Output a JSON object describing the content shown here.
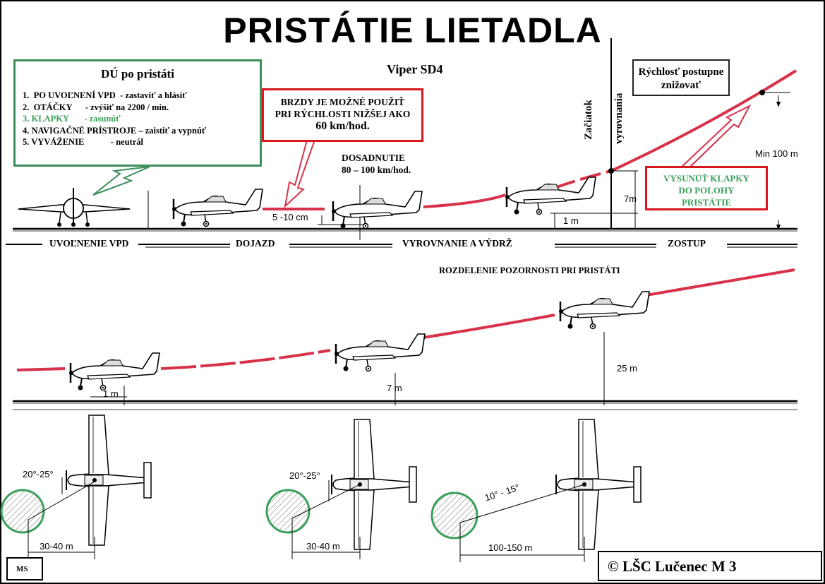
{
  "title": "PRISTÁTIE LIETADLA",
  "subtitle": "Viper SD4",
  "after_landing": {
    "heading": "DÚ po pristáti",
    "items": [
      {
        "text": "1.  PO UVOĽNENÍ VPD  - zastaviť a hlásiť"
      },
      {
        "text": "2.  OTÁČKY      - zvýšiť na 2200 / min."
      },
      {
        "text": "3. KLAPKY       - zasunúť",
        "color": "#3a9f5a"
      },
      {
        "text": "4. NAVIGAČNÉ PRÍSTROJE – zaistiť a vypnúť"
      },
      {
        "text": "5. VYVÁŽENIE            - neutrál"
      }
    ]
  },
  "brakes_note": {
    "line1": "BRZDY JE MOŽNÉ POUŽIŤ",
    "line2": "PRI RÝCHLOSTI NIŽŠEJ AKO",
    "line3": "60 km/hod."
  },
  "touchdown": {
    "label": "DOSADNUTIE",
    "speed": "80 – 100 km/hod."
  },
  "flare_start": {
    "line1": "Začiatok",
    "line2": "vyrovnania"
  },
  "speed_note": {
    "line1": "Rýchlosť postupne",
    "line2": "znižovať"
  },
  "flaps_note": {
    "line1": "VYSUNÚŤ KLAPKY",
    "line2": "DO POLOHY",
    "line3": "PRISTÁTIE"
  },
  "dimensions": {
    "min_height": "Min 100 m",
    "flare_height": "7m",
    "hold_height": "1 m",
    "wheel_gap": "5 -10 cm",
    "upper_seven": "7 m",
    "upper_twentyfive": "25 m",
    "upper_one": "1 m"
  },
  "phases": {
    "clear_runway": "UVOĽNENIE VPD",
    "rollout": "DOJAZD",
    "flare_hold": "VYROVNANIE A VÝDRŽ",
    "descent": "ZOSTUP"
  },
  "attention_title": "ROZDELENIE POZORNOSTI PRI PRISTÁTI",
  "views": [
    {
      "angle": "20°-25°",
      "distance": "30-40 m"
    },
    {
      "angle": "20°-25°",
      "distance": "30-40 m"
    },
    {
      "angle": "10° - 15°",
      "distance": "100-150 m"
    }
  ],
  "copyright": "©   LŠC Lučenec  M 3",
  "author_mark": "MS",
  "colors": {
    "path": "#d8324a",
    "green_box": "#3a8f5a",
    "red_box": "#d8171d",
    "target": "#3a9f5a"
  }
}
